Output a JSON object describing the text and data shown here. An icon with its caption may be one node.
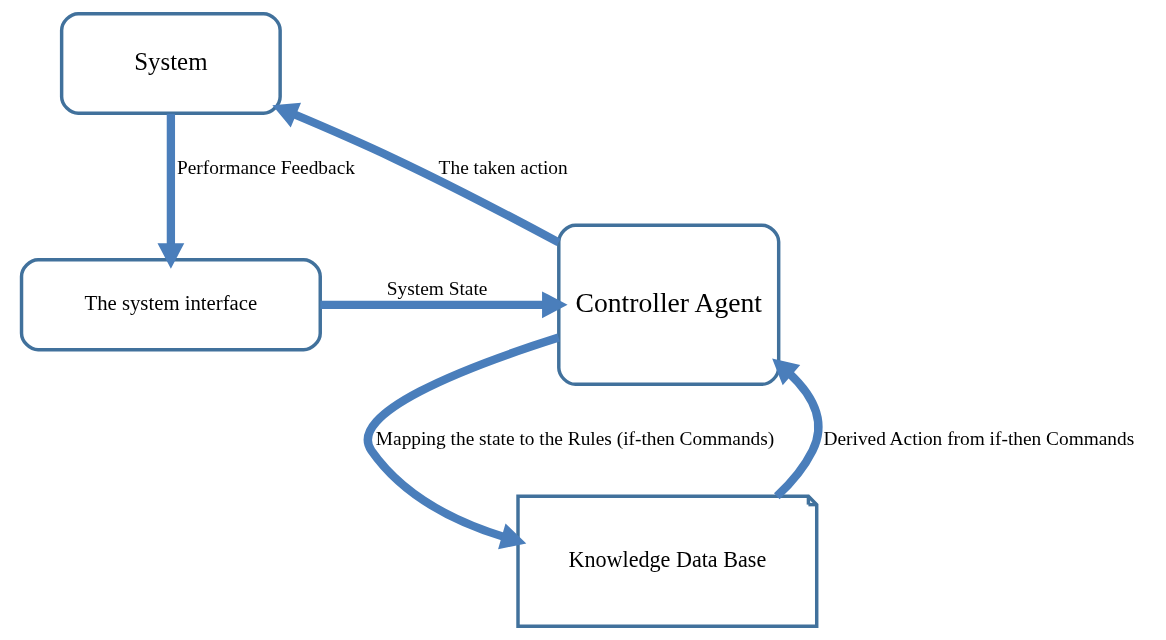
{
  "diagram": {
    "nodes": [
      {
        "text": [
          "System"
        ]
      },
      {
        "text": [
          "The system interface"
        ]
      },
      {
        "text": [
          "Controller Agent"
        ]
      },
      {
        "text": [
          "Knowledge Data Base"
        ]
      }
    ],
    "edges": [
      {
        "from": 0,
        "to": 1,
        "arrow": "to",
        "label": "Performance Feedback"
      },
      {
        "from": 1,
        "to": 2,
        "arrow": "to",
        "label": "System State"
      },
      {
        "from": 3,
        "to": 2,
        "arrow": "to",
        "label": "Derived Action from if-then Commands"
      },
      {
        "from": 2,
        "to": 3,
        "arrow": "to",
        "label": "Mapping the state to the Rules (if-then Commands)"
      },
      {
        "from": 2,
        "to": 0,
        "arrow": "to",
        "label": "The taken action"
      }
    ]
  }
}
